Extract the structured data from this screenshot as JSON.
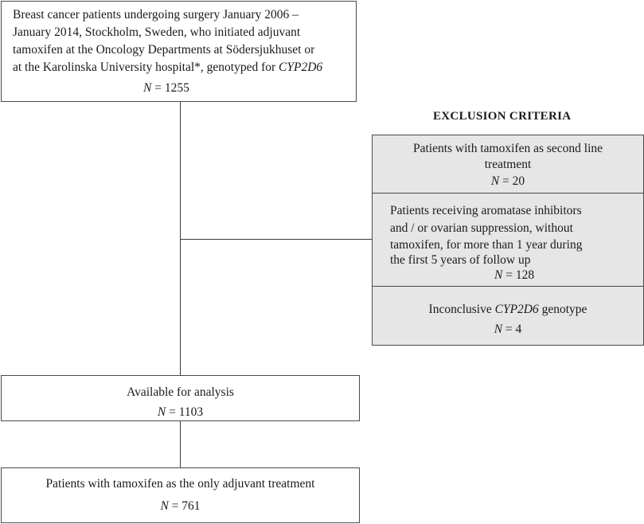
{
  "top_box": {
    "lines": [
      "Breast cancer patients undergoing surgery January 2006 –",
      "January 2014, Stockholm, Sweden, who initiated adjuvant",
      "tamoxifen at the Oncology Departments at Södersjukhuset or",
      "at the Karolinska University hospital*, genotyped for "
    ],
    "italic_gene": "CYP2D6",
    "n_label": "N",
    "n_value": " = 1255"
  },
  "exclusion": {
    "heading": "EXCLUSION CRITERIA",
    "items": [
      {
        "lines": [
          "Patients with tamoxifen as second line",
          "treatment"
        ],
        "n_label": "N",
        "n_value": " = 20"
      },
      {
        "lines": [
          "Patients receiving aromatase inhibitors",
          "and / or ovarian suppression, without",
          "tamoxifen, for more than 1 year during",
          "the first 5 years of follow up"
        ],
        "n_label": "N",
        "n_value": " = 128"
      },
      {
        "prefix": "Inconclusive ",
        "italic_gene": "CYP2D6",
        "suffix": " genotype",
        "n_label": "N",
        "n_value": " = 4"
      }
    ]
  },
  "available_box": {
    "label": "Available for analysis",
    "n_label": "N",
    "n_value": " = 1103"
  },
  "final_box": {
    "label": "Patients with tamoxifen as the only adjuvant treatment",
    "n_label": "N",
    "n_value": " = 761"
  },
  "colors": {
    "exclusion_fill": "#e6e6e6",
    "border": "#4a4a4a",
    "line": "#3a3a3a"
  }
}
